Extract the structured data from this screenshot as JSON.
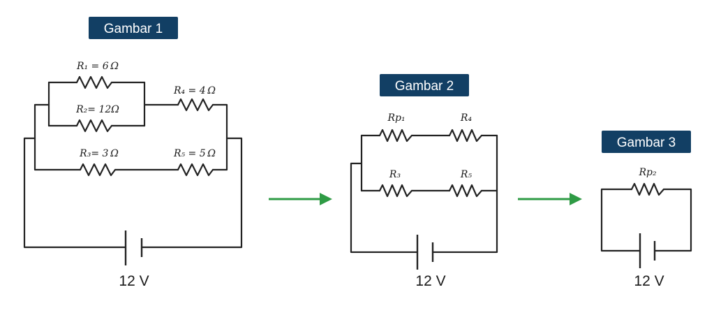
{
  "gambar1": {
    "title": "Gambar 1",
    "r1": "R₁ = 6 Ω",
    "r2": "R₂= 12Ω",
    "r3": "R₃= 3 Ω",
    "r4": "R₄ = 4 Ω",
    "r5": "R₅ = 5 Ω",
    "voltage": "12 V"
  },
  "gambar2": {
    "title": "Gambar 2",
    "rp1": "Rp₁",
    "r4": "R₄",
    "r3": "R₃",
    "r5": "R₅",
    "voltage": "12 V"
  },
  "gambar3": {
    "title": "Gambar 3",
    "rp2": "Rp₂",
    "voltage": "12 V"
  },
  "colors": {
    "badge": "#123f64",
    "arrow": "#2f9b45",
    "wire": "#222222"
  }
}
